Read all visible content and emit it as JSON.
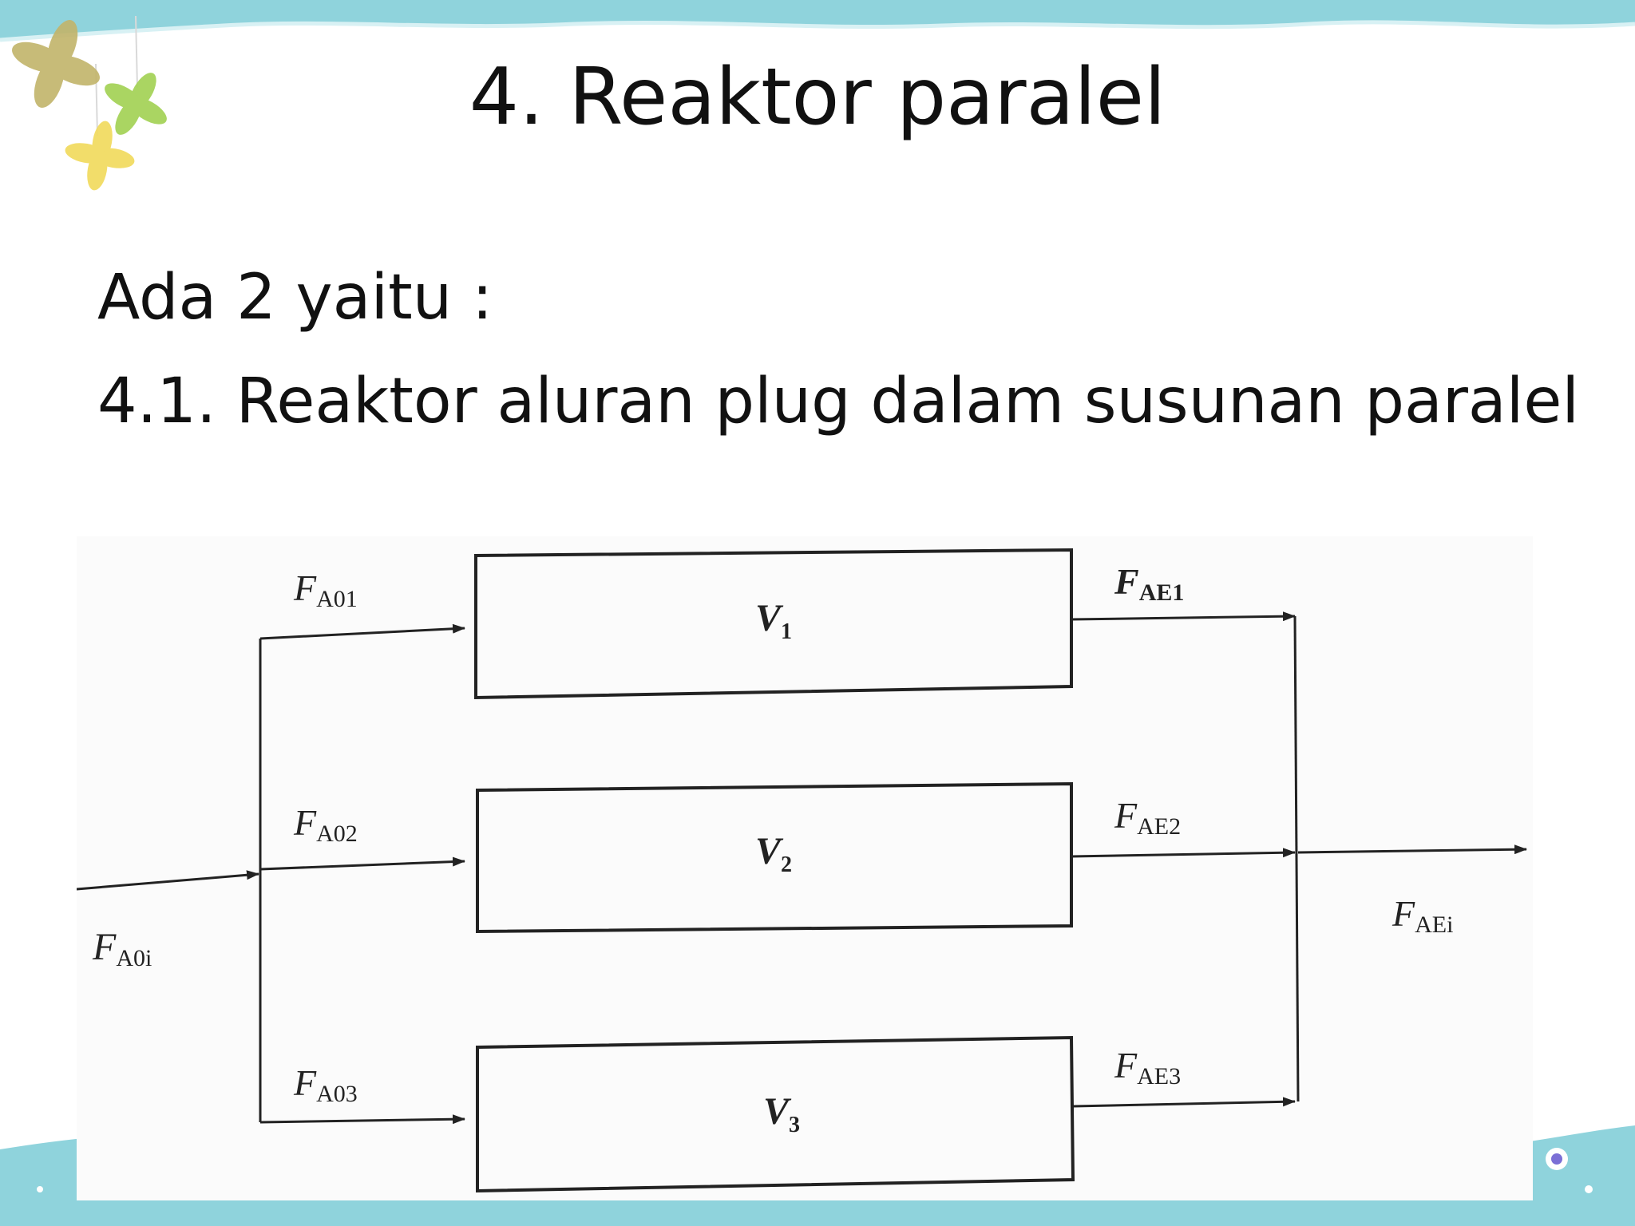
{
  "slide": {
    "title": "4. Reaktor paralel",
    "line1": "Ada 2 yaitu :",
    "line2": "4.1. Reaktor aluran plug dalam susunan paralel"
  },
  "diagram": {
    "inlet": {
      "label_main": "F",
      "label_sub": "A0i"
    },
    "outlet": {
      "label_main": "F",
      "label_sub": "AEi"
    },
    "reactors": [
      {
        "label_main": "V",
        "label_sub": "1",
        "feed_main": "F",
        "feed_sub": "A01",
        "out_main": "F",
        "out_sub": "AE1"
      },
      {
        "label_main": "V",
        "label_sub": "2",
        "feed_main": "F",
        "feed_sub": "A02",
        "out_main": "F",
        "out_sub": "AE2"
      },
      {
        "label_main": "V",
        "label_sub": "3",
        "feed_main": "F",
        "feed_sub": "A03",
        "out_main": "F",
        "out_sub": "AE3"
      }
    ]
  },
  "colors": {
    "accent_wave": "#8fd3dc",
    "pinwheel_olive": "#c2b46a",
    "pinwheel_green": "#a6d35a",
    "pinwheel_yellow": "#f2dc63",
    "ink": "#222222"
  }
}
